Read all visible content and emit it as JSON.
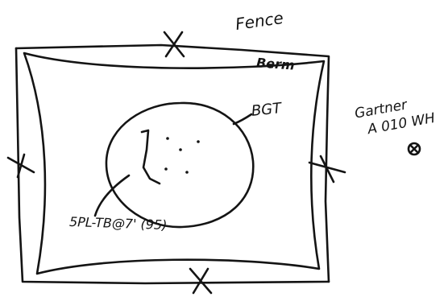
{
  "labels": {
    "fence": "Fence",
    "berm": "Berm",
    "tank": "BGT",
    "gauge": "5PL-TB@7' (95)",
    "point_line1": "Gartner",
    "point_line2": "A 010 WH"
  },
  "icons": {
    "fence_post": "x-mark-icon",
    "wellhead": "circle-x-icon"
  },
  "colors": {
    "ink": "#141414",
    "paper": "#ffffff"
  }
}
